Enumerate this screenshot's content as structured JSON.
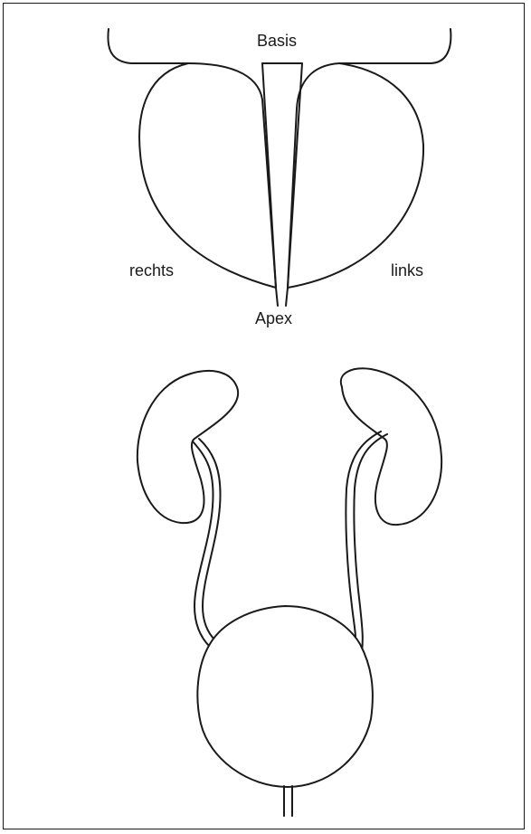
{
  "prostate": {
    "labels": {
      "base": "Basis",
      "right": "rechts",
      "left": "links",
      "apex": "Apex"
    }
  },
  "colors": {
    "stroke": "#1a1a1a",
    "background": "#ffffff"
  }
}
